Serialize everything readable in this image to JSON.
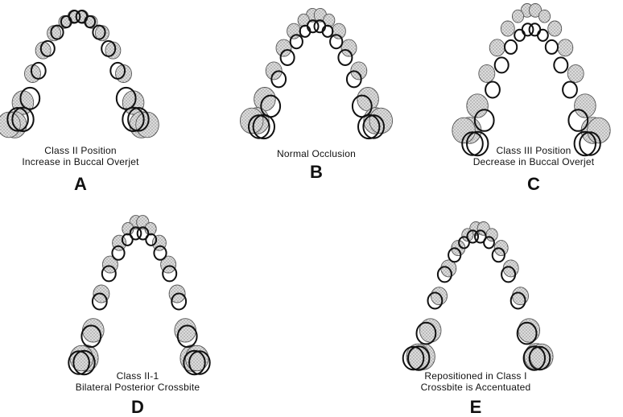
{
  "panels": [
    {
      "id": "A",
      "caption_line1": "Class II Position",
      "caption_line2": "Increase in Buccal Overjet",
      "letter": "A",
      "relation": "class-ii"
    },
    {
      "id": "B",
      "caption_line1": "Normal Occlusion",
      "caption_line2": "",
      "letter": "B",
      "relation": "normal"
    },
    {
      "id": "C",
      "caption_line1": "Class III Position",
      "caption_line2": "Decrease in Buccal Overjet",
      "letter": "C",
      "relation": "class-iii"
    },
    {
      "id": "D",
      "caption_line1": "Class II-1",
      "caption_line2": "Bilateral Posterior Crossbite",
      "letter": "D",
      "relation": "crossbite"
    },
    {
      "id": "E",
      "caption_line1": "Repositioned in Class I",
      "caption_line2": "Crossbite is Accentuated",
      "letter": "E",
      "relation": "crossbite-accentuated"
    }
  ],
  "legend": {
    "upper_arch_style": "stippled",
    "lower_arch_style": "bold outline"
  }
}
